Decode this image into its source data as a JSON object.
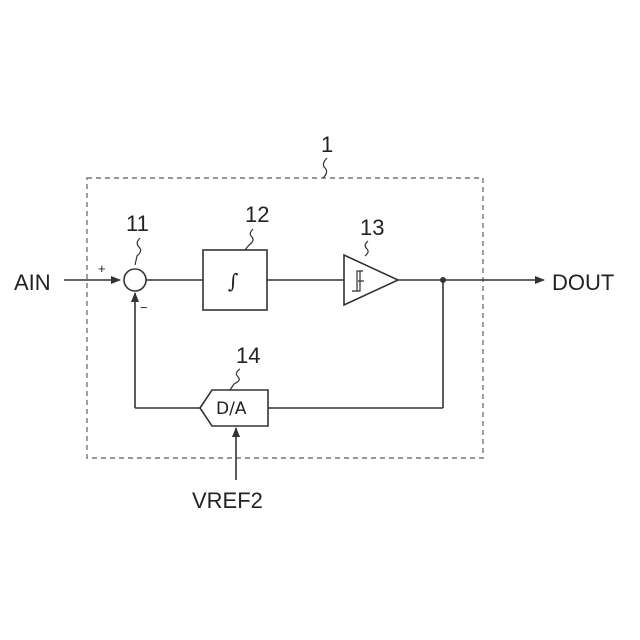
{
  "diagram": {
    "block_ref": "1",
    "input_label": "AIN",
    "output_label": "DOUT",
    "reference_label": "VREF2",
    "plus_sign": "+",
    "minus_sign": "−",
    "adder": {
      "ref": "11"
    },
    "integrator": {
      "ref": "12",
      "symbol": "∫"
    },
    "comparator": {
      "ref": "13"
    },
    "dac": {
      "ref": "14",
      "text": "D/A"
    }
  }
}
